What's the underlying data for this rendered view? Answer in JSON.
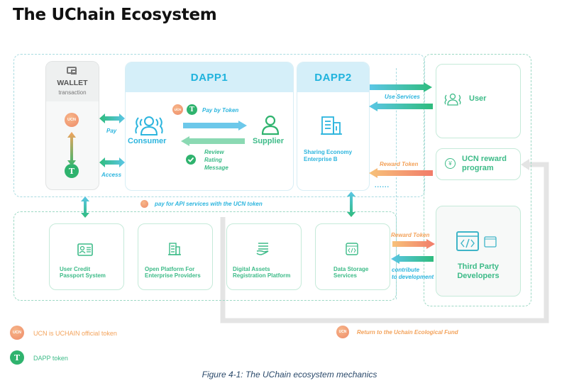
{
  "page_title": "The UChain Ecosystem",
  "figure_caption": "Figure 4-1: The UChain ecosystem mechanics",
  "colors": {
    "blue": "#2cb5de",
    "green": "#3dbb88",
    "orange": "#f3a25a",
    "dapp_header": "#d5eff9",
    "return_arrow": "#e4e4e4"
  },
  "wallet": {
    "icon": "wallet-icon",
    "title": "WALLET",
    "subtitle": "transaction",
    "ucn_coin": "UCN",
    "dapp_coin": "T",
    "pay_label": "Pay",
    "access_label": "Access"
  },
  "dapp1": {
    "title": "DAPP1",
    "consumer_label": "Consumer",
    "supplier_label": "Supplier",
    "pay_by_token": "Pay by Token",
    "review_lines": [
      "Review",
      "Rating",
      "Message"
    ],
    "ucn_coin": "UCN",
    "dapp_coin": "T"
  },
  "dapp2": {
    "title": "DAPP2",
    "enterprise_label_line1": "Sharing Economy",
    "enterprise_label_line2": "Enterprise B",
    "more": "......"
  },
  "flows": {
    "use_services": "Use Services",
    "reward_token_top": "Reward Token",
    "reward_token_bottom": "Reward Token",
    "contribute_line1": "contribute",
    "contribute_line2": "to development",
    "api_payment": "pay for API services with the UCN token",
    "return_fund": "Return to the Uchain Ecological Fund"
  },
  "right_column": {
    "user_label": "User",
    "reward_program_line1": "UCN reward",
    "reward_program_line2": "program",
    "third_party_line1": "Third Party",
    "third_party_line2": "Developers"
  },
  "platform_services": [
    {
      "icon": "id-card-icon",
      "line1": "User Credit",
      "line2": "Passport  System"
    },
    {
      "icon": "building-icon",
      "line1": "Open Platform For",
      "line2": "Enterprise Providers"
    },
    {
      "icon": "stack-hand-icon",
      "line1": "Digital Assets",
      "line2": "Registration Platform"
    },
    {
      "icon": "code-window-icon",
      "line1": "Data Storage",
      "line2": "Services"
    }
  ],
  "legend": [
    {
      "coin": "UCN",
      "label": "UCN is UCHAIN official token"
    },
    {
      "coin": "T",
      "label": "DAPP token"
    }
  ]
}
